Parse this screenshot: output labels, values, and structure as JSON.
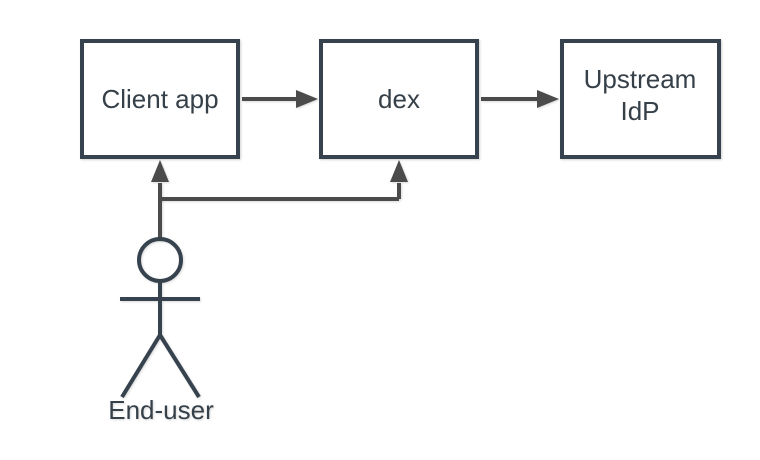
{
  "diagram": {
    "type": "flow-diagram",
    "colors": {
      "background": "#ffffff",
      "node_fill": "#ffffff",
      "node_border": "#36424e",
      "connector": "#4b4b4b",
      "text": "#364049"
    },
    "nodes": [
      {
        "id": "client-app",
        "label": "Client app"
      },
      {
        "id": "dex",
        "label": "dex"
      },
      {
        "id": "upstream-idp",
        "label": "Upstream IdP",
        "lines": [
          "Upstream",
          "IdP"
        ]
      }
    ],
    "actor": {
      "id": "end-user",
      "label": "End-user",
      "shape": "stick-figure"
    },
    "edges": [
      {
        "from": "client-app",
        "to": "dex",
        "style": "arrow"
      },
      {
        "from": "dex",
        "to": "upstream-idp",
        "style": "arrow"
      },
      {
        "from": "end-user",
        "to": "client-app",
        "style": "arrow"
      },
      {
        "from": "end-user",
        "to": "dex",
        "style": "arrow"
      }
    ]
  }
}
